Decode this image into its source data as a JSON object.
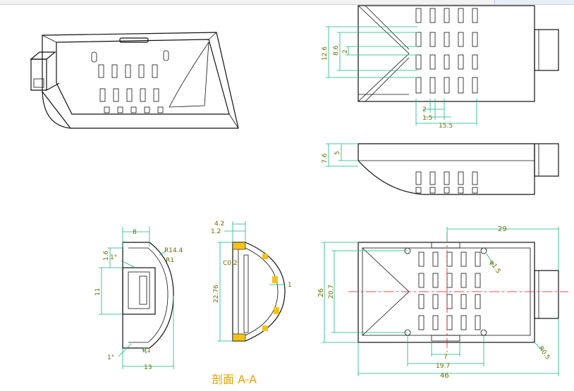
{
  "labels": {
    "d12_6": "12.6",
    "d8_6": "8.6",
    "d2_top": "2",
    "d2_bot": "2",
    "d1_5": "1.5",
    "d15_5": "15.5",
    "d7_6": "7.6",
    "d5": "5",
    "d4_2": "4.2",
    "d1_2": "1.2",
    "dC0_2": "C0.2",
    "d22_76": "22.76",
    "d1": "1",
    "d8": "8",
    "dR14_4": "R14.4",
    "dR1_top": "R1",
    "d1_6": "1.6",
    "d1deg_top": "1°",
    "d11": "11",
    "d1deg_bot": "1°",
    "dR1_bot": "R1",
    "d13": "13",
    "d29": "29",
    "d26": "26",
    "d20_7": "20.7",
    "dphi1_5": "φ1.5",
    "d7": "7",
    "d19_7": "19.7",
    "d46": "46",
    "dR0_5": "R0.5",
    "section": "剖面 A-A"
  },
  "colors": {
    "ink": "#111111",
    "dimension": "#10b981",
    "centerline": "#e11111",
    "section_fill": "#f3c21a",
    "text": "#6b6b00"
  },
  "icons": [
    "section-hatch-icon"
  ]
}
